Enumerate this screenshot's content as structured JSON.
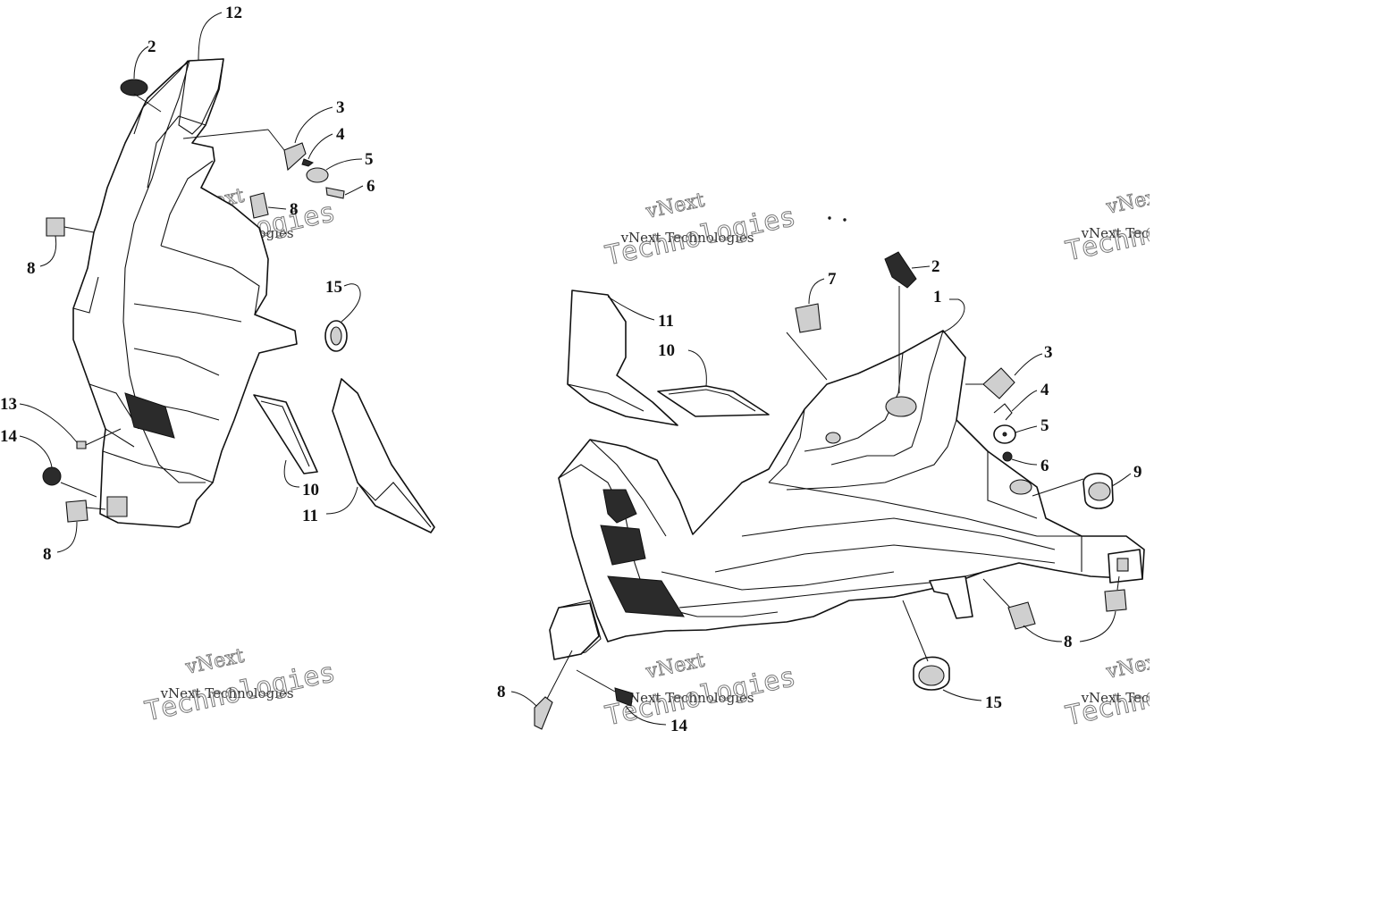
{
  "watermark": {
    "line1": "vNext",
    "line2": "vNext Technologies",
    "line3": "Technologies"
  },
  "left_view": {
    "callouts": [
      "12",
      "2",
      "3",
      "4",
      "5",
      "6",
      "8",
      "8",
      "15",
      "13",
      "14",
      "10",
      "11",
      "8"
    ]
  },
  "right_view": {
    "callouts": [
      "2",
      "7",
      "1",
      "11",
      "10",
      "3",
      "4",
      "5",
      "6",
      "9",
      "8",
      "15",
      "8",
      "14"
    ]
  }
}
